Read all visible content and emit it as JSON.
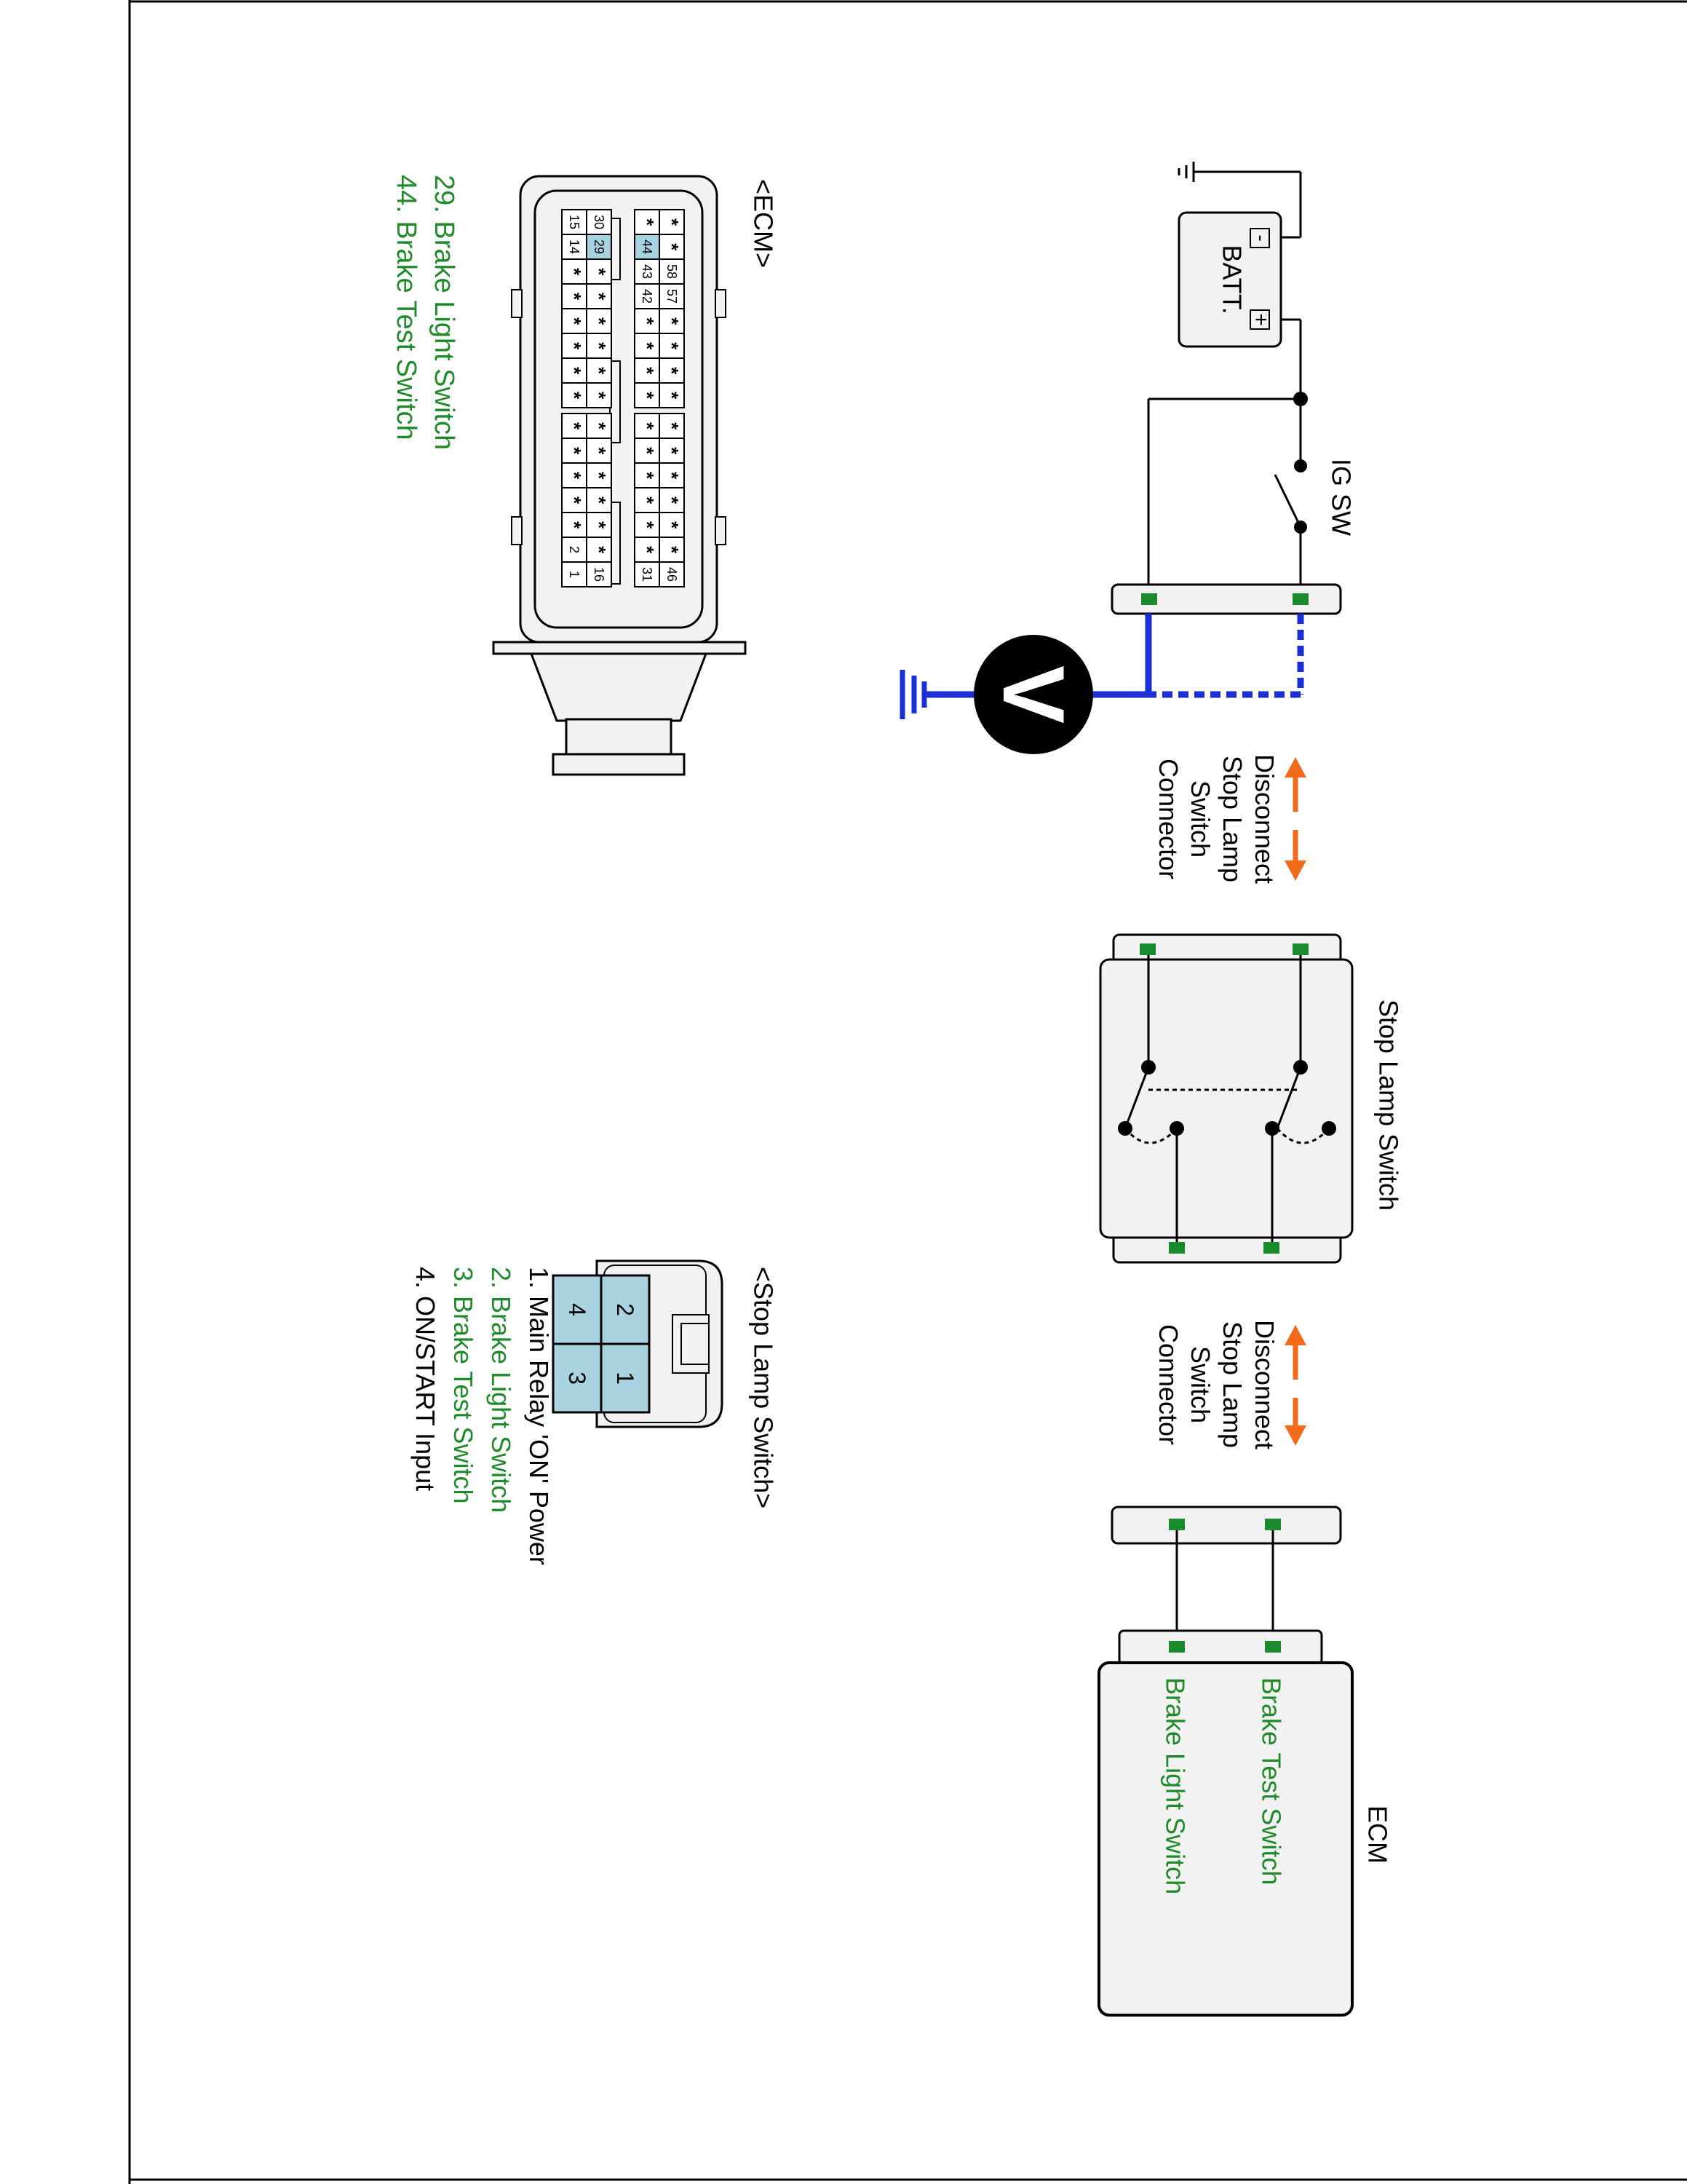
{
  "colors": {
    "signal_wire": "#1a2fd6",
    "pin_green": "#1a8a2e",
    "arrow_orange": "#f26b1d",
    "label_green": "#1f8a2a",
    "connector_fill": "#f2f2f2",
    "pin_highlight": "#a9d3e0",
    "meter_fill": "#000000"
  },
  "circuit": {
    "battery_label": "BATT.",
    "battery_plus": "+",
    "battery_minus": "-",
    "ignition_label": "IG SW",
    "voltmeter_symbol": "V",
    "disconnect_note": [
      "Disconnect",
      "Stop Lamp",
      "Switch",
      "Connector"
    ],
    "stop_lamp_switch_title": "Stop Lamp Switch",
    "ecm_title": "ECM",
    "ecm_pin_labels": [
      "Brake Test Switch",
      "Brake Light Switch"
    ]
  },
  "ecm_connector": {
    "title": "<ECM>",
    "row_top_pins": [
      "*",
      "*",
      "58",
      "57",
      "*",
      "*",
      "*",
      "*",
      "*",
      "*",
      "*",
      "*",
      "*",
      "*",
      "46"
    ],
    "row_second_pins": [
      "*",
      "44",
      "43",
      "42",
      "*",
      "*",
      "*",
      "*",
      "*",
      "*",
      "*",
      "*",
      "*",
      "*",
      "31"
    ],
    "row_third_pins": [
      "30",
      "29",
      "*",
      "*",
      "*",
      "*",
      "*",
      "*",
      "*",
      "*",
      "*",
      "*",
      "*",
      "*",
      "16"
    ],
    "row_bottom_pins": [
      "15",
      "14",
      "*",
      "*",
      "*",
      "*",
      "*",
      "*",
      "*",
      "*",
      "*",
      "*",
      "*",
      "2",
      "1"
    ],
    "legend": [
      "29. Brake Light Switch",
      "44. Brake Test Switch"
    ]
  },
  "stop_lamp_connector": {
    "title": "<Stop Lamp Switch>",
    "pins": [
      "2",
      "1",
      "4",
      "3"
    ],
    "legend": [
      "1. Main Relay 'ON' Power",
      "2. Brake Light Switch",
      "3. Brake Test Switch",
      "4. ON/START Input"
    ]
  }
}
